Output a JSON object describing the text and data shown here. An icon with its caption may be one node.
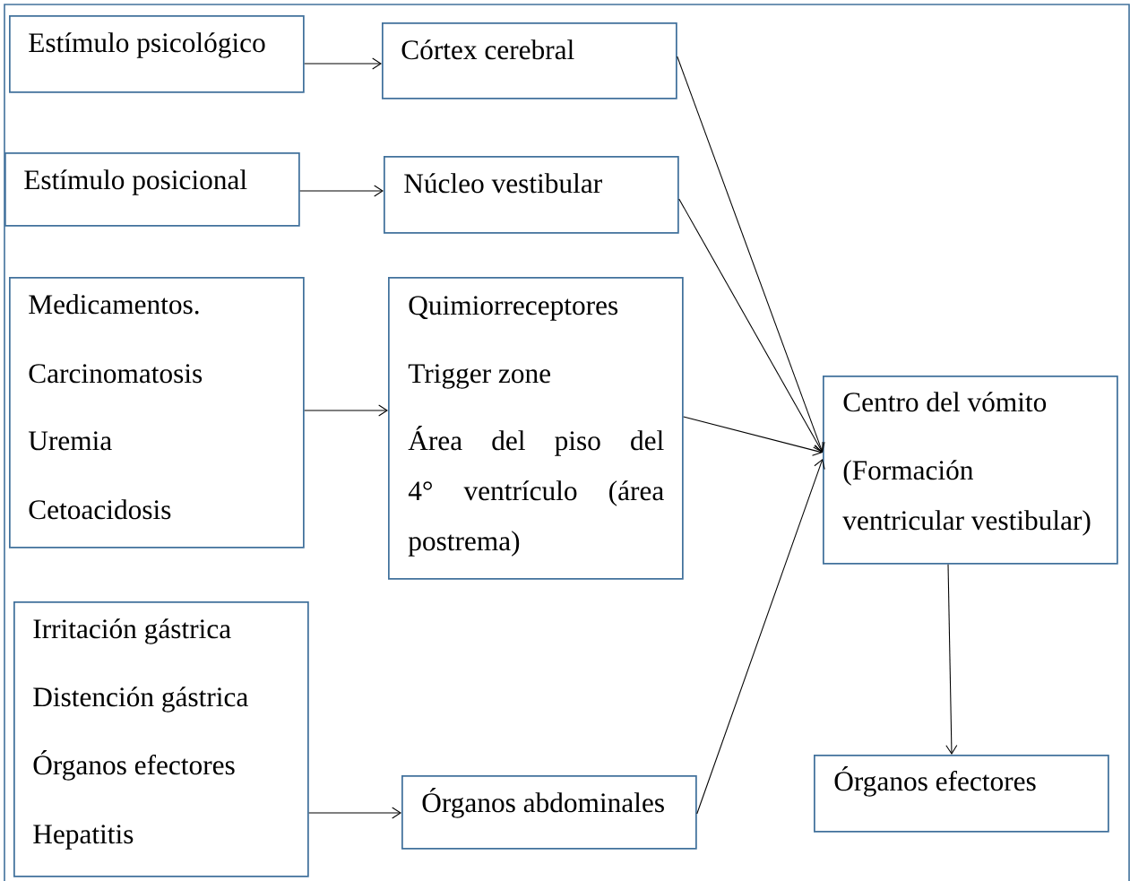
{
  "diagram": {
    "nodes": [
      {
        "text": [
          "Estímulo psicológico"
        ]
      },
      {
        "text": [
          "Córtex cerebral"
        ]
      },
      {
        "text": [
          "Estímulo posicional"
        ]
      },
      {
        "text": [
          "Núcleo vestibular"
        ]
      },
      {
        "text": [
          "Medicamentos.",
          "Carcinomatosis",
          "Uremia",
          "Cetoacidosis"
        ]
      },
      {
        "text": [
          "Quimiorreceptores",
          "Trigger zone",
          "Área del piso del 4° ventrículo (área postrema)"
        ]
      },
      {
        "text": [
          "Centro del vómito",
          "(Formación ventricular vestibular)"
        ]
      },
      {
        "text": [
          "Irritación gástrica",
          "Distención gástrica",
          "Órganos efectores",
          "Hepatitis"
        ]
      },
      {
        "text": [
          "Órganos abdominales"
        ]
      },
      {
        "text": [
          "Órganos efectores"
        ]
      }
    ],
    "edges": [
      {
        "from": 0,
        "to": 1,
        "arrow": "to"
      },
      {
        "from": 2,
        "to": 3,
        "arrow": "to"
      },
      {
        "from": 4,
        "to": 5,
        "arrow": "to"
      },
      {
        "from": 7,
        "to": 8,
        "arrow": "to"
      },
      {
        "from": 1,
        "to": 6,
        "arrow": "to"
      },
      {
        "from": 3,
        "to": 6,
        "arrow": "to"
      },
      {
        "from": 5,
        "to": 6,
        "arrow": "to"
      },
      {
        "from": 8,
        "to": 6,
        "arrow": "to"
      },
      {
        "from": 6,
        "to": 9,
        "arrow": "to"
      }
    ]
  }
}
